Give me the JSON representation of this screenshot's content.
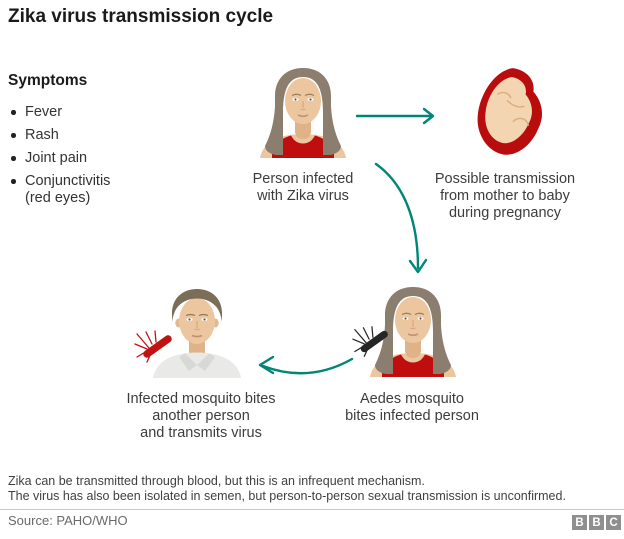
{
  "title": "Zika virus transmission cycle",
  "symptoms": {
    "heading": "Symptoms",
    "items": [
      "Fever",
      "Rash",
      "Joint pain",
      "Conjunctivitis\n(red eyes)"
    ]
  },
  "diagram": {
    "person_infected": {
      "label": "Person infected\nwith Zika virus",
      "figure": "woman-in-red-top"
    },
    "mother_to_baby": {
      "label": "Possible transmission\nfrom mother to baby\nduring pregnancy",
      "figure": "fetus-in-womb"
    },
    "aedes_mosquito": {
      "label": "Aedes mosquito\nbites infected person",
      "figure": "woman-in-red-top-with-black-mosquito"
    },
    "another_person": {
      "label": "Infected mosquito bites\nanother person\nand transmits virus",
      "figure": "man-in-grey-shirt-with-red-mosquito"
    }
  },
  "footnotes": [
    "Zika can be transmitted through blood, but this is an infrequent mechanism.",
    "The virus has also been isolated in semen, but person-to-person sexual transmission is unconfirmed."
  ],
  "source": "Source: PAHO/WHO",
  "logo": {
    "letters": [
      "B",
      "B",
      "C"
    ]
  },
  "colors": {
    "accent_teal": "#008577",
    "red": "#c00d0d",
    "text": "#3c3c3c",
    "logo_grey": "#8f8f8f"
  }
}
